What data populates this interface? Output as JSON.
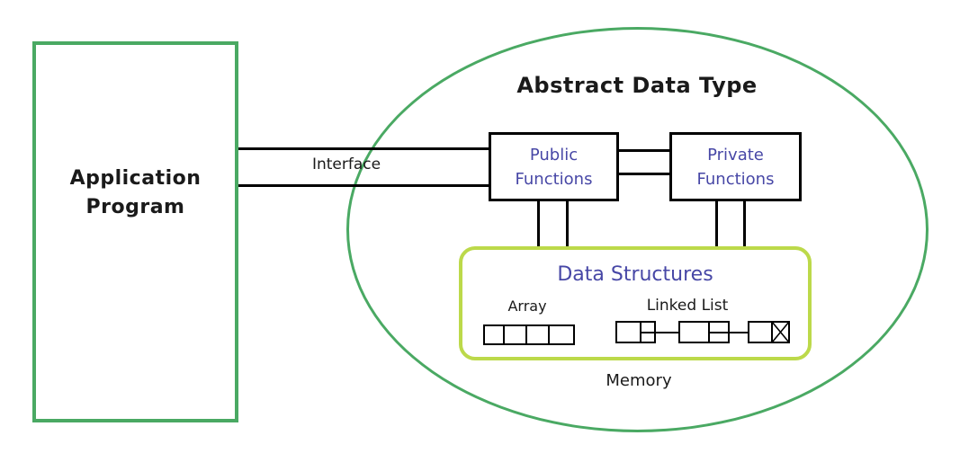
{
  "colors": {
    "green": "#4aa963",
    "blue": "#4747a6",
    "yellowgreen": "#bcd94a",
    "line": "#000000"
  },
  "application_program": {
    "label": "Application Program"
  },
  "interface": {
    "label": "Interface"
  },
  "adt": {
    "title": "Abstract Data Type",
    "public_functions": {
      "label": "Public Functions"
    },
    "private_functions": {
      "label": "Private Functions"
    },
    "data_structures": {
      "title": "Data Structures",
      "array": {
        "label": "Array",
        "cells": 4
      },
      "linked_list": {
        "label": "Linked List",
        "nodes": 3,
        "last_pointer": "null-x"
      }
    },
    "memory_label": "Memory"
  }
}
